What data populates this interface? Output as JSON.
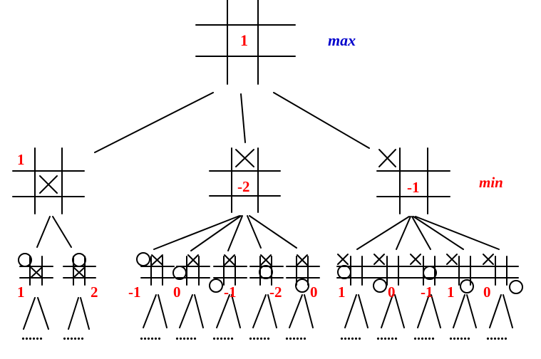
{
  "colors": {
    "max": "#0000cc",
    "min": "#ff0000",
    "value": "#ff0000",
    "line": "#000000"
  },
  "labels": {
    "max": "max",
    "min": "min",
    "root": "1",
    "left": "1",
    "middle": "-2",
    "right": "-1",
    "leaf_a": "1",
    "leaf_b": "2",
    "leaf_c": "-1",
    "leaf_d": "0",
    "leaf_e": "-1",
    "leaf_f": "-2",
    "leaf_g": "0",
    "leaf_h": "1",
    "leaf_i": "0",
    "leaf_j": "-1",
    "leaf_k": "1",
    "leaf_l": "0"
  },
  "ellipsis": "......"
}
